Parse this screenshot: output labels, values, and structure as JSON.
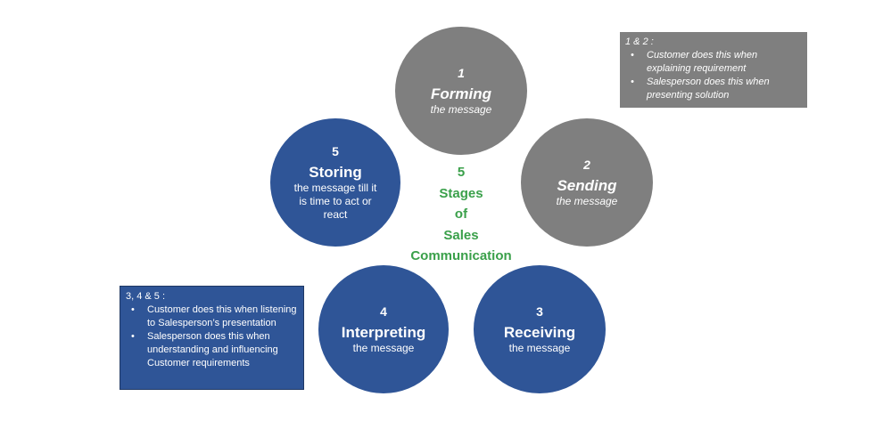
{
  "stages": [
    {
      "id": "c1",
      "number": "1",
      "title": "Forming",
      "subtitle": "the message",
      "color": "#7f7f7f"
    },
    {
      "id": "c2",
      "number": "2",
      "title": "Sending",
      "subtitle": "the message",
      "color": "#7f7f7f"
    },
    {
      "id": "c3",
      "number": "3",
      "title": "Receiving",
      "subtitle": "the message",
      "color": "#2f5597"
    },
    {
      "id": "c4",
      "number": "4",
      "title": "Interpreting",
      "subtitle": "the message",
      "color": "#2f5597"
    },
    {
      "id": "c5",
      "number": "5",
      "title": "Storing",
      "subtitle": "the message till it is time to act or react",
      "color": "#2f5597"
    }
  ],
  "center_title": [
    "5",
    "Stages",
    "of",
    "Sales",
    "Communication"
  ],
  "center_color": "#3aa04a",
  "notes": {
    "gray": {
      "heading": "1 & 2 :",
      "items": [
        "Customer does this when explaining requirement",
        "Salesperson does this when presenting solution"
      ]
    },
    "blue": {
      "heading": "3, 4 & 5 :",
      "items": [
        "Customer does this when listening to Salesperson’s presentation",
        "Salesperson does this when understanding and influencing Customer requirements"
      ]
    }
  },
  "bullet": "•"
}
